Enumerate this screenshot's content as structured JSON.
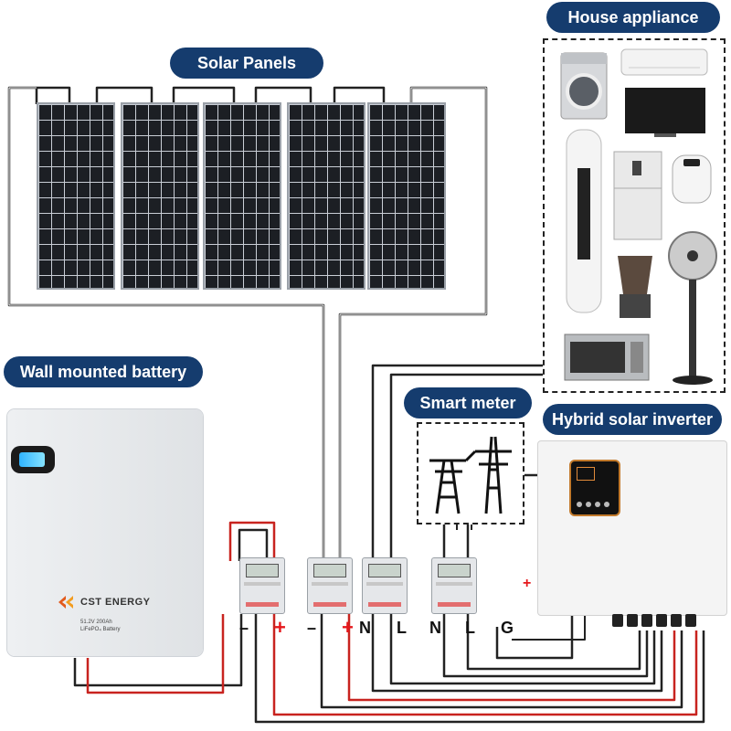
{
  "labels": {
    "solar_panels": "Solar Panels",
    "house_appliance": "House appliance",
    "wall_battery": "Wall mounted battery",
    "smart_meter": "Smart meter",
    "hybrid_inverter": "Hybrid solar inverter"
  },
  "battery": {
    "brand": "CST ENERGY",
    "spec_line1": "51.2V 200Ah",
    "spec_line2": "LiFePO₄ Battery"
  },
  "terminals": {
    "bat_neg": "–",
    "bat_pos": "+",
    "pv_neg": "–",
    "pv_pos": "+",
    "n1": "N",
    "l1": "L",
    "n2": "N",
    "l2": "L",
    "g": "G",
    "inv_plus": "+"
  },
  "colors": {
    "label_bg": "#153c6e",
    "wire_red": "#c8231f",
    "wire_dark": "#222222",
    "plus_red": "#e5171b"
  },
  "icons": [
    "solar-panel-icon",
    "washing-machine-icon",
    "air-conditioner-icon",
    "television-icon",
    "tower-fan-icon",
    "refrigerator-icon",
    "air-fryer-icon",
    "blender-icon",
    "standing-fan-icon",
    "microwave-icon",
    "power-tower-icon",
    "din-meter-icon"
  ]
}
